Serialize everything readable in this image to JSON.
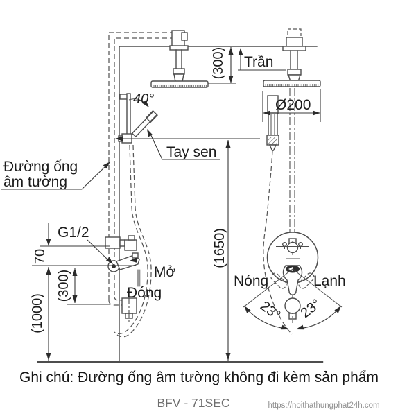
{
  "labels": {
    "concealed_pipe_line1": "Đường ống",
    "concealed_pipe_line2": "âm tường",
    "ceiling": "Trần",
    "hand_shower": "Tay sen",
    "thread": "G1/2",
    "open": "Mở",
    "close": "Đóng",
    "hot": "Nóng",
    "cold": "Lạnh"
  },
  "dimensions": {
    "ceiling_to_head": "(300)",
    "head_diameter": "Ø200",
    "hand_shower_angle": "40°",
    "inlet_offset": "70",
    "valve_to_spout": "(300)",
    "valve_height": "(1000)",
    "bar_height": "(1650)",
    "handle_swing_left": "23°",
    "handle_swing_right": "23°"
  },
  "footer": {
    "note": "Ghi chú: Đường ống âm tường không đi kèm sản phẩm",
    "model": "BFV - 71SEC",
    "website": "https://noithathungphat24h.com"
  },
  "colors": {
    "background": "#ffffff",
    "line": "#4d4d4d",
    "text": "#1c1c1c",
    "muted": "#8f8f8f"
  }
}
